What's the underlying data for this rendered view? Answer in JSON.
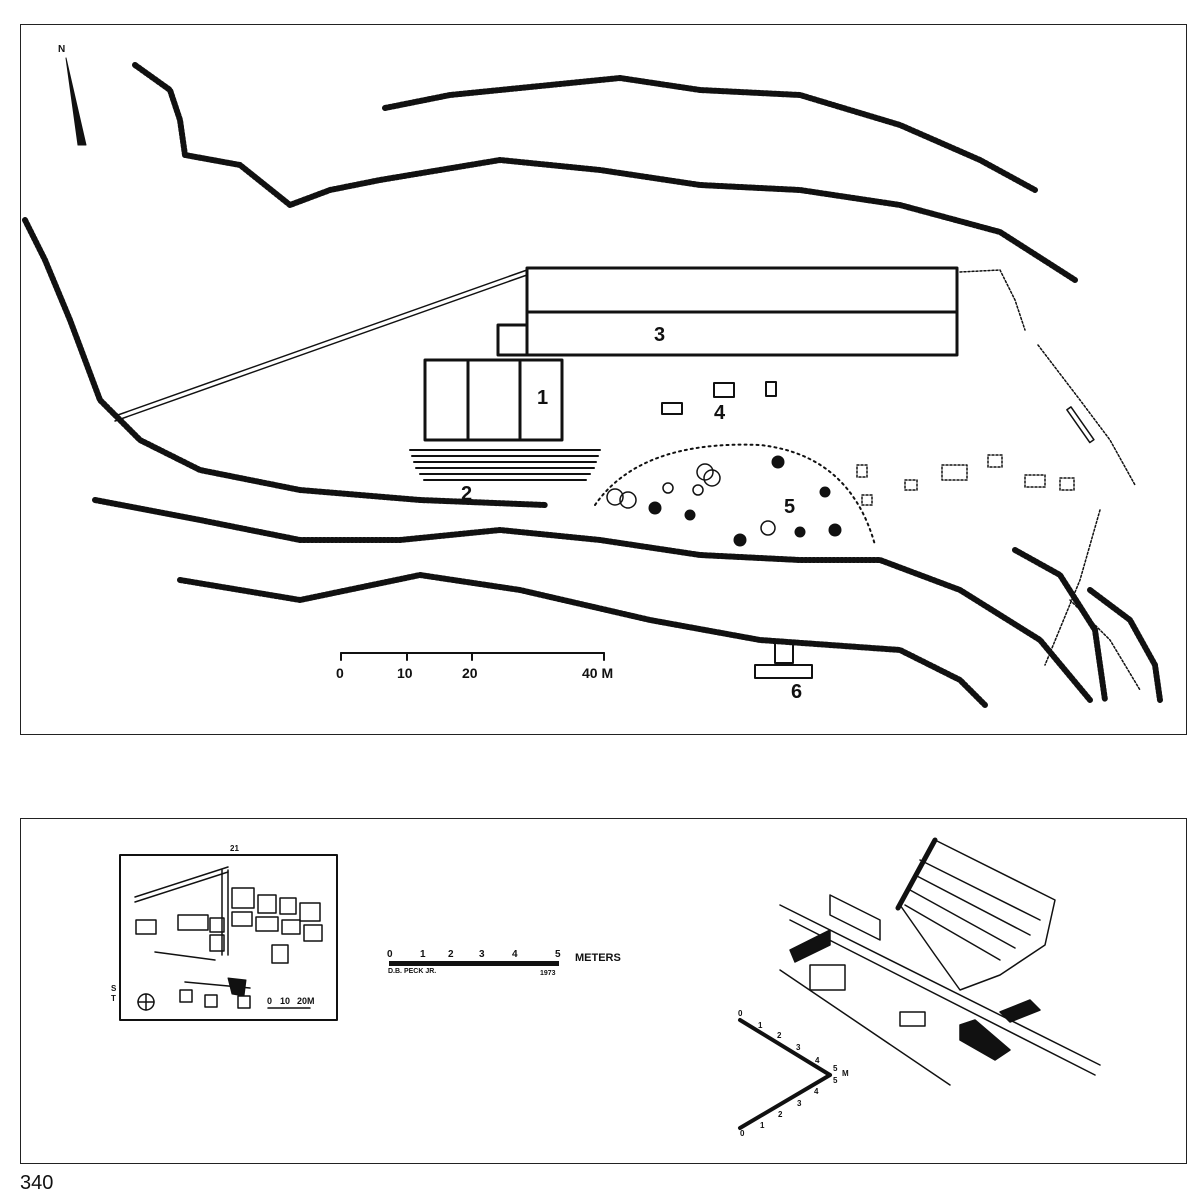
{
  "site_plan": {
    "north_label": "N",
    "labels": [
      "1",
      "2",
      "3",
      "4",
      "5",
      "6"
    ],
    "scale": {
      "ticks": [
        "0",
        "10",
        "20",
        "40 M"
      ]
    }
  },
  "detail_panel": {
    "inset": {
      "top_label": "21",
      "side_label_top": "S",
      "side_label_bottom": "T",
      "scale": [
        "0",
        "10",
        "20M"
      ]
    },
    "scale_bar": {
      "ticks": [
        "0",
        "1",
        "2",
        "3",
        "4",
        "5"
      ],
      "unit": "METERS",
      "author": "D.B. PECK JR.",
      "year": "1973"
    },
    "axonometric_scale": {
      "axis_a": [
        "0",
        "1",
        "2",
        "3",
        "4",
        "5"
      ],
      "axis_b": [
        "0",
        "1",
        "2",
        "3",
        "4",
        "5"
      ],
      "unit": "M"
    }
  },
  "page_number": "340"
}
